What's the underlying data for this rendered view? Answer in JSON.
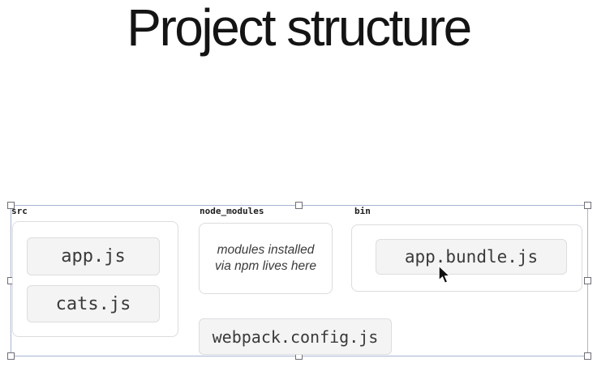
{
  "title": "Project structure",
  "diagram": {
    "groups": {
      "src": {
        "label": "src",
        "files": [
          "app.js",
          "cats.js"
        ]
      },
      "node_modules": {
        "label": "node_modules",
        "note_lines": [
          "modules installed",
          "via npm lives here"
        ]
      },
      "bin": {
        "label": "bin",
        "files": [
          "app.bundle.js"
        ]
      }
    },
    "standalone_file": "webpack.config.js"
  },
  "colors": {
    "selection_border": "#a9b4d6",
    "group_border": "#dcdcdf",
    "file_fill": "#f4f4f5",
    "file_border": "#dddde0",
    "text": "#3a3a3a"
  }
}
